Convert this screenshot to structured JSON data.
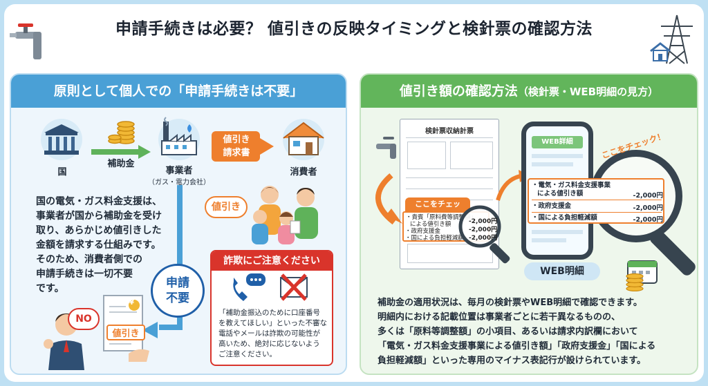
{
  "title": "申請手続きは必要？ 値引きの反映タイミングと検針票の確認方法",
  "left_panel": {
    "header": "原則として個人での「申請手続きは不要」",
    "flow": {
      "country": "国",
      "subsidy": "補助金",
      "operator": "事業者",
      "operator_sub": "（ガス・電力会社）",
      "request_line1": "値引き",
      "request_line2": "請求書",
      "consumer": "消費者"
    },
    "discount_bubble": "値引き",
    "body_lines": [
      "国の電気・ガス料金支援は、",
      "事業者が国から補助金を受け",
      "取り、あらかじめ値引きした",
      "金額を請求する仕組みです。",
      "そのため、消費者側での",
      "申請手続きは一切不要",
      "です。"
    ],
    "no_circle_line1": "申請",
    "no_circle_line2": "不要",
    "no_bubble": "NO",
    "invoice_label": "値引き",
    "invoice_symbol": "¥",
    "warning": {
      "header": "詐欺にご注意ください",
      "lines": [
        "「補助金振込のために口座番号",
        "を教えてほしい」といった不審な",
        "電話やメールは詐欺の可能性が",
        "高いため、絶対に応じないよう",
        "ご注意ください。"
      ]
    }
  },
  "right_panel": {
    "header_main": "値引き額の確認方法",
    "header_sub": "（検針票・WEB明細の見方）",
    "meter_slip": {
      "title": "検針票収納計票",
      "check_label": "ここをチェック！",
      "items": [
        {
          "label": "・貴賓「原料費等調整額」",
          "label2": "による値引き額",
          "value": "-2,000円"
        },
        {
          "label": "・政府支援金",
          "label2": "",
          "value": "-2,000円"
        },
        {
          "label": "・国による負担軽減額",
          "label2": "",
          "value": "-2,000円"
        }
      ]
    },
    "web": {
      "screen_title": "WEB詳細",
      "check_label": "ここをチェック！",
      "caption": "WEB明細",
      "items": [
        {
          "label": "・電気・ガス料金支援事業",
          "label2": "による値引き額",
          "value": "-2,000円"
        },
        {
          "label": "・政府支援金",
          "label2": "",
          "value": "-2,000円"
        },
        {
          "label": "・国による負担軽減額",
          "label2": "",
          "value": "-2,000円"
        }
      ]
    },
    "body_lines": [
      "補助金の適用状況は、毎月の検針票やWEB明細で確認できます。",
      "明細内における記載位置は事業者ごとに若干異なるものの、",
      "多くは「原料等調整額」の小項目、あるいは請求内訳欄において",
      "「電気・ガス料金支援事業による値引き額」「政府支援金」「国による",
      "負担軽減額」といった専用のマイナス表記行が設けられています。"
    ]
  },
  "colors": {
    "left_accent": "#4aa0d6",
    "right_accent": "#62b55b",
    "orange": "#ee7f2d",
    "warning_red": "#d9342b",
    "navy": "#1f5fa8"
  },
  "icons": [
    "faucet-icon",
    "power-tower-icon",
    "house-icon",
    "government-building-icon",
    "coins-icon",
    "factory-icon",
    "family-icon",
    "phone-call-icon",
    "cross-mark-icon",
    "person-icon",
    "invoice-icon",
    "meter-slip-icon",
    "magnifier-icon",
    "smartphone-icon",
    "calendar-icon"
  ]
}
